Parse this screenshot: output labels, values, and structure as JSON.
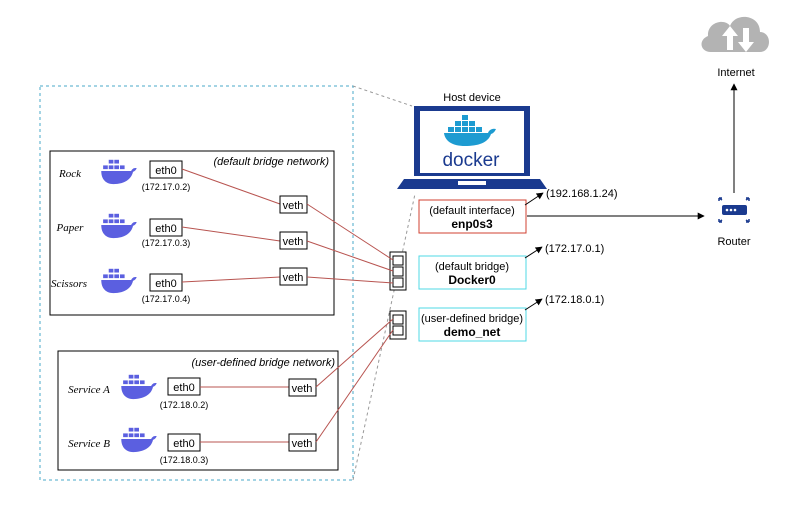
{
  "host": {
    "label": "Host device",
    "logo_text": "docker"
  },
  "internet": {
    "label": "Internet",
    "icon": "cloud-upload-download-icon"
  },
  "router": {
    "label": "Router",
    "icon": "router-icon"
  },
  "interfaces": {
    "enp0s3": {
      "caption": "(default interface)",
      "name": "enp0s3",
      "ip": "(192.168.1.24)"
    },
    "docker0": {
      "caption": "(default bridge)",
      "name": "Docker0",
      "ip": "(172.17.0.1)"
    },
    "demo_net": {
      "caption": "(user-defined bridge)",
      "name": "demo_net",
      "ip": "(172.18.0.1)"
    }
  },
  "default_network": {
    "label": "(default bridge network)",
    "containers": [
      {
        "name": "Rock",
        "eth": "eth0",
        "ip": "(172.17.0.2)",
        "veth": "veth"
      },
      {
        "name": "Paper",
        "eth": "eth0",
        "ip": "(172.17.0.3)",
        "veth": "veth"
      },
      {
        "name": "Scissors",
        "eth": "eth0",
        "ip": "(172.17.0.4)",
        "veth": "veth"
      }
    ]
  },
  "user_network": {
    "label": "(user-defined bridge network)",
    "containers": [
      {
        "name": "Service A",
        "eth": "eth0",
        "ip": "(172.18.0.2)",
        "veth": "veth"
      },
      {
        "name": "Service B",
        "eth": "eth0",
        "ip": "(172.18.0.3)",
        "veth": "veth"
      }
    ]
  },
  "colors": {
    "docker_blue": "#5b5fe0",
    "link_red": "#b85450",
    "bridge_cyan": "#4fd8e6",
    "iface_red": "#d04030",
    "dashed_frame": "#4aa8c8",
    "laptop_navy": "#1a3a8f",
    "cloud_gray": "#b3b3b3"
  }
}
